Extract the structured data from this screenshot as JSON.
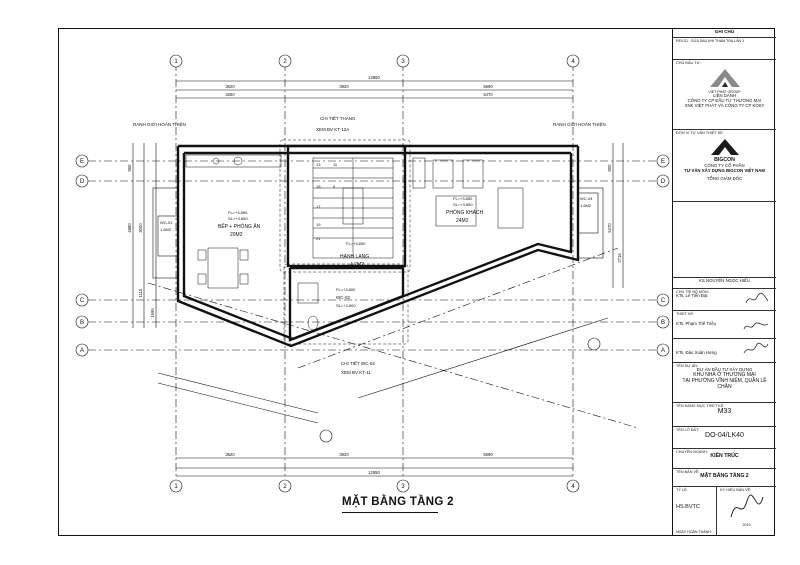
{
  "title_block": {
    "notes_header": "GHI CHÚ",
    "revision": "REV.01 : SỬA SAU KHI THẨM TRA LẦN 1",
    "owner_label": "CHỦ ĐẦU TƯ:",
    "owner_group": "VIET PHAT GROUP",
    "joint_venture": "LIÊN DANH",
    "owner_name_1": "CÔNG TY CP ĐẦU TƯ THƯƠNG MẠI",
    "owner_name_2": "XNK VIỆT PHÁT VÀ CÔNG TY CP KOSY",
    "consultant_label": "ĐƠN VỊ TƯ VẤN THIẾT KẾ:",
    "consultant_brand": "BIGCON",
    "consultant_name_1": "CÔNG TY CỔ PHẦN",
    "consultant_name_2": "TƯ VẤN XÂY DỰNG BIGCON VIỆT NAM",
    "director_title": "TỔNG GIÁM ĐỐC",
    "director_name": "KS.NGUYỄN NGỌC HIẾU",
    "chief_label": "CHỦ TRÌ BỘ MÔN:",
    "chief_name": "KTs. Lê Tiến Đạt",
    "designer_label": "THIẾT KẾ:",
    "designer_name": "KTs. Phạm Thế Triệu",
    "checker_name": "KTs. Đào Xuân Hưng",
    "project_label": "TÊN DỰ ÁN:",
    "project_1": "DỰ ÁN ĐẦU TƯ XÂY DỰNG",
    "project_2": "KHU NHÀ Ở THƯƠNG MẠI",
    "project_3": "TẠI PHƯỜNG VĨNH NIỆM, QUẬN LÊ CHÂN",
    "design_item_label": "TÊN HẠNG MỤC THIẾT KẾ:",
    "design_item": "M33",
    "lot_label": "TÊN LÔ ĐẤT:",
    "lot": "DO-04/LK40",
    "discipline_label": "CHUYÊN NGÀNH:",
    "discipline": "KIẾN TRÚC",
    "drawing_name_label": "TÊN BẢN VẼ:",
    "drawing_name": "MẶT BẰNG TẦNG 2",
    "sheet_ref_label": "KÝ HIỆU BẢN VẼ:",
    "stage_label": "TỶ LỆ:",
    "stage": "HS.BVTC",
    "date_label": "NGÀY HOÀN THÀNH:",
    "year": "2019"
  },
  "drawing": {
    "title": "MẶT BẰNG TẦNG 2",
    "grid_numbers": [
      "1",
      "2",
      "3",
      "4"
    ],
    "grid_letters": [
      "A",
      "B",
      "C",
      "D",
      "E"
    ],
    "dims_top_total": "12850",
    "dims_top_1": "3620",
    "dims_top_2": "3920",
    "dims_top_3": "5470",
    "dims_top_4": "5690",
    "dims_top_5": "3250",
    "dims_bottom_total": "12850",
    "dims_bottom_1": "3620",
    "dims_bottom_2": "3920",
    "dims_bottom_3": "5690",
    "dims_left_1": "850",
    "dims_left_2": "4880",
    "dims_left_3": "3000",
    "dims_left_4": "1115",
    "dims_left_5": "1695",
    "dims_right_1": "800",
    "dims_right_2": "2716",
    "dims_right_3": "5470",
    "balcony_left": "RANH GIỚI HOÀN THIỆN",
    "balcony_right": "RANH GIỚI HOÀN THIỆN",
    "stair_detail": "CHI TIẾT THANG",
    "stair_ref": "XEM BV KT-12A",
    "wc_detail": "CHI TIẾT WC-02",
    "wc_ref": "XEM BV KT-11",
    "kitchen_fl": "FL=+3.850",
    "kitchen_sl": "SL=+3.850",
    "kitchen": "BẾP + PHÒNG ĂN",
    "kitchen_area": "20M2",
    "living_fl": "FL=+3.850",
    "living_sl": "SL=+3.850",
    "living": "PHÒNG KHÁCH",
    "living_area": "24M2",
    "stair_fl": "FL=+3.850",
    "hall": "HÀNH LANG",
    "hall_area": "4.2M2",
    "wc02": "WC-02",
    "wc02_fl": "FL=+3.800",
    "wc02_sl": "SL=+3.800",
    "wc01": "WC-01",
    "wc01_area": "1.6M2",
    "wc04": "WC-04",
    "wc04_area": "1.6M2",
    "stair_steps": [
      "13",
      "11",
      "15",
      "9",
      "17",
      "19",
      "21"
    ]
  }
}
